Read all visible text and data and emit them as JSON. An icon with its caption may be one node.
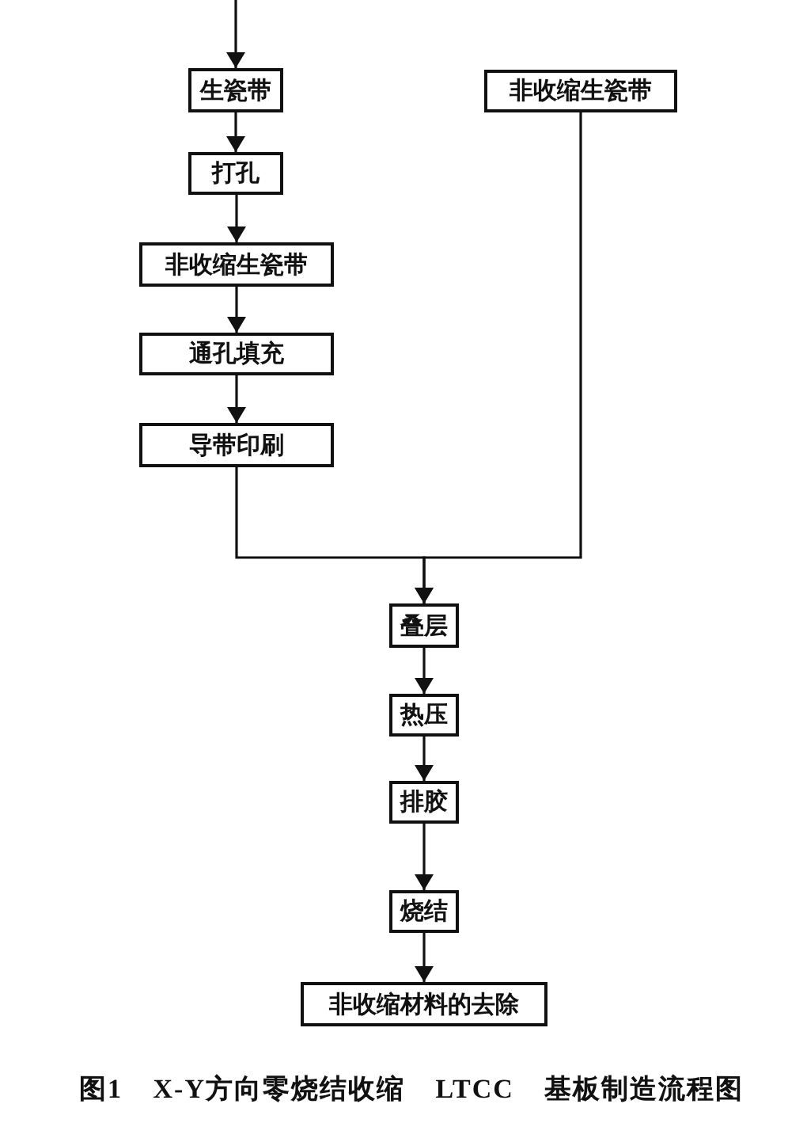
{
  "diagram": {
    "caption": "图1 X-Y方向零烧结收缩 LTCC 基板制造流程图",
    "nodes": [
      {
        "text": [
          "生瓷带"
        ]
      },
      {
        "text": [
          "打孔"
        ]
      },
      {
        "text": [
          "非收缩生瓷带"
        ]
      },
      {
        "text": [
          "通孔填充"
        ]
      },
      {
        "text": [
          "导带印刷"
        ]
      },
      {
        "text": [
          "非收缩生瓷带"
        ]
      },
      {
        "text": [
          "叠层"
        ]
      },
      {
        "text": [
          "热压"
        ]
      },
      {
        "text": [
          "排胶"
        ]
      },
      {
        "text": [
          "烧结"
        ]
      },
      {
        "text": [
          "非收缩材料的去除"
        ]
      }
    ],
    "edges": [
      {
        "from": null,
        "to": 0,
        "arrow": "to"
      },
      {
        "from": 0,
        "to": 1,
        "arrow": "to"
      },
      {
        "from": 1,
        "to": 2,
        "arrow": "to"
      },
      {
        "from": 2,
        "to": 3,
        "arrow": "to"
      },
      {
        "from": 3,
        "to": 4,
        "arrow": "to"
      },
      {
        "from": 4,
        "to": 6,
        "arrow": "to"
      },
      {
        "from": 5,
        "to": 6,
        "arrow": "to"
      },
      {
        "from": 6,
        "to": 7,
        "arrow": "to"
      },
      {
        "from": 7,
        "to": 8,
        "arrow": "to"
      },
      {
        "from": 8,
        "to": 9,
        "arrow": "to"
      },
      {
        "from": 9,
        "to": 10,
        "arrow": "to"
      }
    ]
  }
}
